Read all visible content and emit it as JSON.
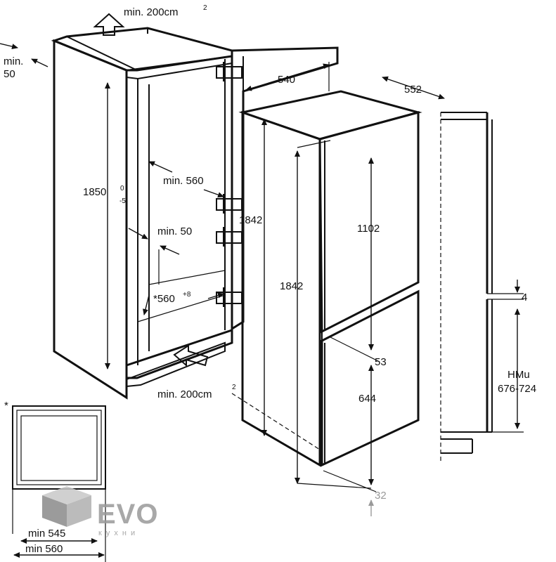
{
  "labels": {
    "vent_top": "min. 200cm",
    "vent_top_exp": "2",
    "min50_left": "min.",
    "min50_left_b": "50",
    "depth_540": "540",
    "width_552": "552",
    "height_1850": "1850",
    "height_1850_sup": "0",
    "height_1850_sub": "-5",
    "min560": "min. 560",
    "min50_mid": "min. 50",
    "width_560": "*560",
    "width_560_sup": "+8",
    "h1842_a": "1842",
    "h1842_b": "1842",
    "h1102": "1102",
    "h53": "53",
    "h644": "644",
    "h32": "32",
    "h4": "4",
    "hmu": "HMu",
    "hmu_range": "676-724",
    "vent_bottom": "min. 200cm",
    "vent_bottom_exp": "2",
    "star": "*",
    "min545": "min 545",
    "min560_bottom": "min 560"
  },
  "logo": {
    "brand": "EVO",
    "sub": "кухни"
  },
  "colors": {
    "line": "#111111",
    "logo": "#9a9a9a"
  }
}
